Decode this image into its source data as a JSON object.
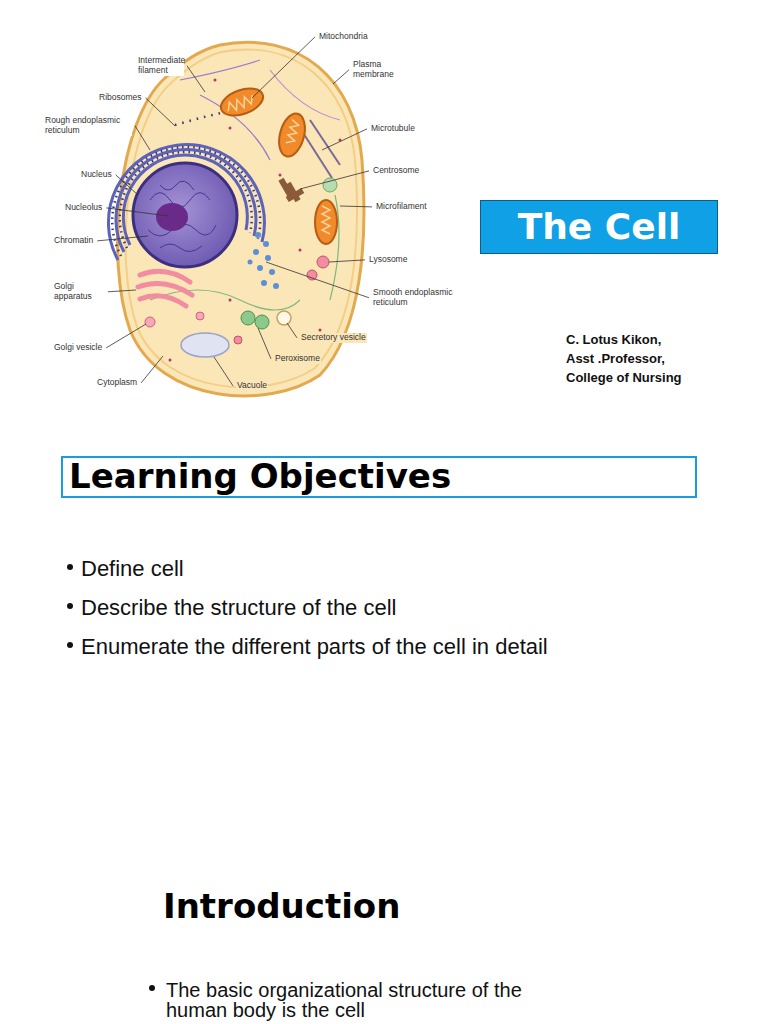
{
  "diagram": {
    "nodes": [
      {
        "text": [
          "The Cell"
        ]
      },
      {
        "text": [
          "Learning Objectives"
        ]
      }
    ],
    "labels": [
      "Mitochondria",
      "Intermediate filament",
      "Ribosomes",
      "Plasma membrane",
      "Rough endoplasmic reticulum",
      "Microtubule",
      "Nucleus",
      "Centrosome",
      "Nucleolus",
      "Microfilament",
      "Chromatin",
      "Lysosome",
      "Golgi apparatus",
      "Smooth endoplasmic reticulum",
      "Secretory vesicle",
      "Golgi vesicle",
      "Peroxisome",
      "Cytoplasm",
      "Vacuole",
      "C. Lotus Kikon,",
      "Asst .Professor,",
      "College of Nursing",
      "Define cell",
      "Describe the structure of the cell",
      "Enumerate the different parts of the cell in detail",
      "Introduction",
      "The basic organizational structure of the human body is the cell"
    ]
  }
}
